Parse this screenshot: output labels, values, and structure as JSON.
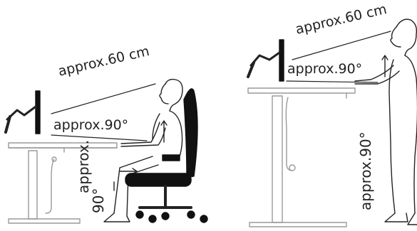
{
  "sitting": {
    "eye_distance_label": "approx.60 cm",
    "elbow_angle_label": "approx.90°",
    "knee_angle_label_line1": "approx.",
    "knee_angle_label_line2": "90°"
  },
  "standing": {
    "eye_distance_label": "approx.60 cm",
    "elbow_angle_label": "approx.90°",
    "desk_height_label": "approx.90°"
  },
  "colors": {
    "line": "#222222",
    "fill_dark": "#111111",
    "desk_gray": "#9a9a9a",
    "body_gray": "#555555"
  },
  "icons": [
    "monitor-arm-icon",
    "office-chair-icon",
    "standing-desk-icon",
    "person-sitting-icon",
    "person-standing-icon"
  ]
}
